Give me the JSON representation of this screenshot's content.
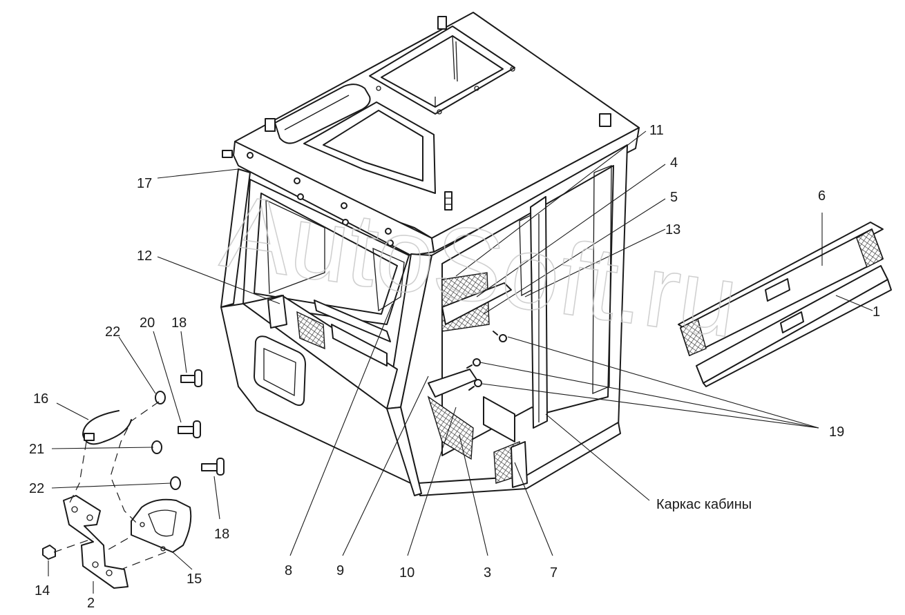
{
  "watermark": "AutoSoft.ru",
  "caption": "Каркас кабины",
  "labels": {
    "l1": "1",
    "l2": "2",
    "l3": "3",
    "l4": "4",
    "l5": "5",
    "l6": "6",
    "l7": "7",
    "l8": "8",
    "l9": "9",
    "l10": "10",
    "l11": "11",
    "l12": "12",
    "l13": "13",
    "l14": "14",
    "l15": "15",
    "l16": "16",
    "l17": "17",
    "l18a": "18",
    "l18b": "18",
    "l19": "19",
    "l20": "20",
    "l21": "21",
    "l22a": "22",
    "l22b": "22"
  }
}
